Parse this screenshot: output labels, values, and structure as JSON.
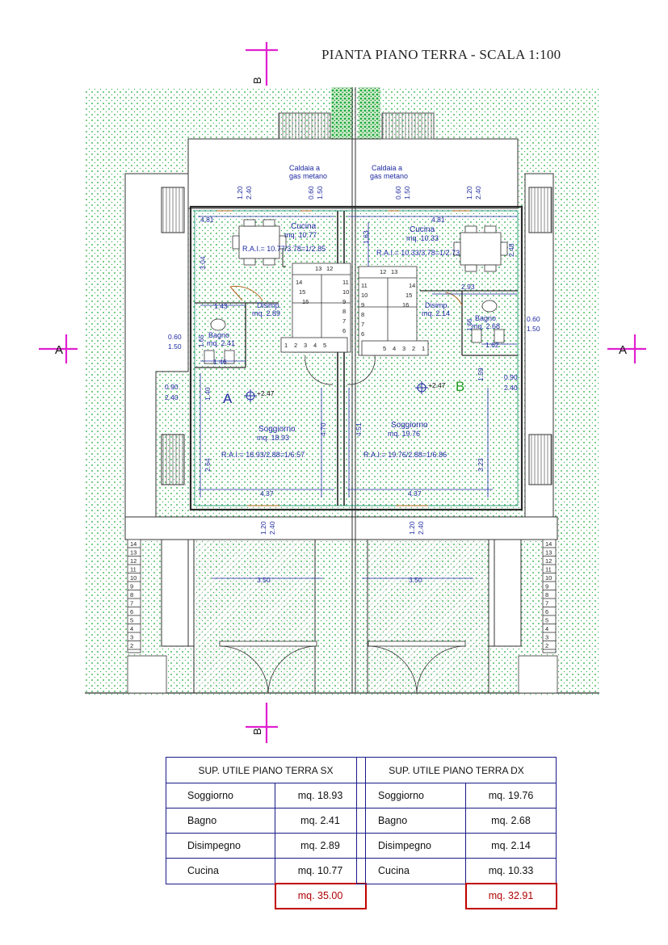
{
  "title": "PIANTA PIANO TERRA - SCALA 1:100",
  "section_marks": {
    "a": "A",
    "b": "B"
  },
  "units": {
    "a": "A",
    "b": "B"
  },
  "elevations": {
    "a": "+2.47",
    "b": "+2.47"
  },
  "rooms": {
    "cucina_a": {
      "name": "Cucina",
      "area": "mq. 10.77",
      "rai": "R.A.I.= 10.77/3.78=1/2.85"
    },
    "cucina_b": {
      "name": "Cucina",
      "area": "mq. 10.33",
      "rai": "R.A.I.= 10.33/3.78=1/2.73"
    },
    "disimp_a": {
      "name": "Disimp.",
      "area": "mq. 2.89"
    },
    "disimp_b": {
      "name": "Disimp.",
      "area": "mq. 2.14"
    },
    "bagno_a": {
      "name": "Bagno",
      "area": "mq. 2.41"
    },
    "bagno_b": {
      "name": "Bagno",
      "area": "mq. 2.68"
    },
    "soggiorno_a": {
      "name": "Soggiorno",
      "area": "mq. 18.93",
      "rai": "R.A.I.= 18.93/2.88=1/6.57"
    },
    "soggiorno_b": {
      "name": "Soggiorno",
      "area": "mq. 19.76",
      "rai": "R.A.I.= 19.76/2.88=1/6.86"
    }
  },
  "caldaia": {
    "line1": "Caldaia a",
    "line2": "gas metano"
  },
  "dims": {
    "w481": "4.81",
    "w437": "4.37",
    "w350": "3.50",
    "w293": "2.93",
    "w143": "1.43",
    "w146": "1.46",
    "w162": "1.62",
    "h304": "3.04",
    "h163": "1.63",
    "h248": "2.48",
    "h165": "1.65",
    "h166": "1.66",
    "h140": "1.40",
    "h264": "2.64",
    "h470": "4.70",
    "h451": "4.51",
    "h323": "3.23",
    "h159": "1.59",
    "win120": "1.20",
    "win240": "2.40",
    "win060": "0.60",
    "win150": "1.50",
    "win090": "0.90"
  },
  "stairs": {
    "a_top": [
      "13",
      "12"
    ],
    "a_mid": [
      "14",
      "15",
      "16"
    ],
    "a_right": [
      "11",
      "10",
      "9",
      "8",
      "7",
      "6"
    ],
    "a_bottom": [
      "1",
      "2",
      "3",
      "4",
      "5"
    ],
    "b_top": [
      "12",
      "13"
    ],
    "b_mid": [
      "14",
      "15",
      "16"
    ],
    "b_left": [
      "11",
      "10",
      "9",
      "8",
      "7",
      "6"
    ],
    "b_bottom": [
      "5",
      "4",
      "3",
      "2",
      "1"
    ]
  },
  "ext_steps": [
    "14",
    "13",
    "12",
    "11",
    "10",
    "9",
    "8",
    "7",
    "6",
    "5",
    "4",
    "3",
    "2"
  ],
  "table_sx": {
    "header": "SUP. UTILE PIANO TERRA  SX",
    "rows": [
      {
        "room": "Soggiorno",
        "area": "mq.  18.93"
      },
      {
        "room": "Bagno",
        "area": "mq.    2.41"
      },
      {
        "room": "Disimpegno",
        "area": "mq.    2.89"
      },
      {
        "room": "Cucina",
        "area": "mq.  10.77"
      }
    ],
    "total": "mq.  35.00"
  },
  "table_dx": {
    "header": "SUP. UTILE PIANO TERRA  DX",
    "rows": [
      {
        "room": "Soggiorno",
        "area": "mq.  19.76"
      },
      {
        "room": "Bagno",
        "area": "mq.    2.68"
      },
      {
        "room": "Disimpegno",
        "area": "mq.    2.14"
      },
      {
        "room": "Cucina",
        "area": "mq.  10.33"
      }
    ],
    "total": "mq.  32.91"
  },
  "colors": {
    "wall": "#2a2a2a",
    "dim": "#1e2aa0",
    "mark": "#e020d0",
    "grass": "#1faa3a",
    "total": "#c00000",
    "label_b": "#22a022"
  }
}
